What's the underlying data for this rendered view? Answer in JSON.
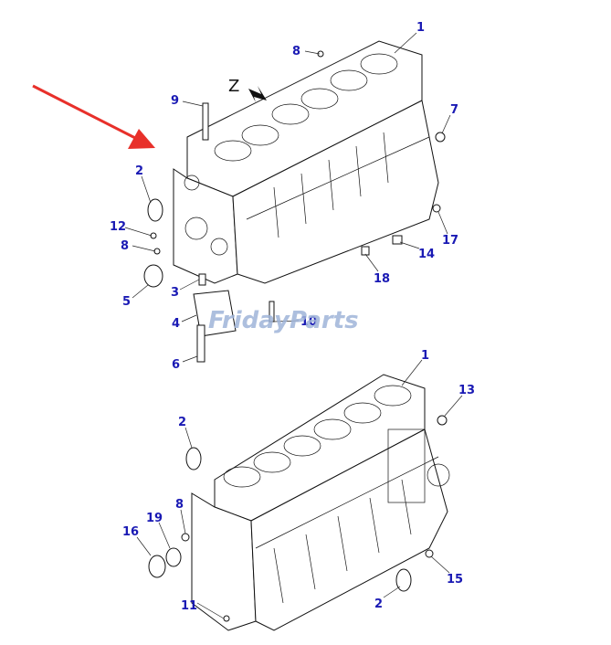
{
  "diagram": {
    "z_label": "Z",
    "watermark": "FridayParts",
    "colors": {
      "label": "#1a1ab4",
      "arrow": "#e8302a",
      "watermark": "#9fb4d9"
    },
    "top_callouts": [
      "1",
      "8",
      "9",
      "7",
      "2",
      "12",
      "8",
      "5",
      "3",
      "4",
      "6",
      "10",
      "18",
      "14",
      "17"
    ],
    "bottom_callouts": [
      "1",
      "13",
      "2",
      "8",
      "19",
      "16",
      "11",
      "2",
      "15"
    ]
  }
}
